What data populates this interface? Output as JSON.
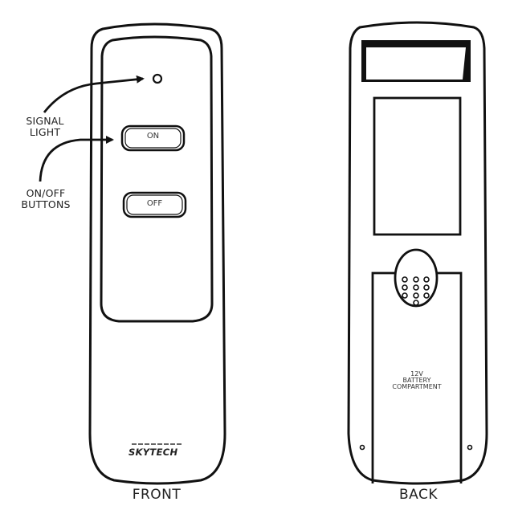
{
  "diagram": {
    "type": "product-illustration",
    "subject": "fireplace remote control",
    "views": [
      {
        "id": "front",
        "label": "FRONT",
        "brand": "SKYTECH",
        "signal_light": true,
        "buttons": [
          {
            "label": "ON"
          },
          {
            "label": "OFF"
          }
        ],
        "callouts": [
          {
            "label_lines": [
              "SIGNAL",
              "LIGHT"
            ],
            "points_to": "signal light"
          },
          {
            "label_lines": [
              "ON/OFF",
              "BUTTONS"
            ],
            "points_to": "ON button"
          }
        ]
      },
      {
        "id": "back",
        "label": "BACK",
        "battery_label_lines": [
          "12V",
          "BATTERY",
          "COMPARTMENT"
        ],
        "features": [
          "top window",
          "back panel recess",
          "grip oval with 10 dots",
          "battery compartment cover",
          "2 screws"
        ]
      }
    ],
    "colors": {
      "stroke": "#111111",
      "background": "#ffffff"
    }
  }
}
